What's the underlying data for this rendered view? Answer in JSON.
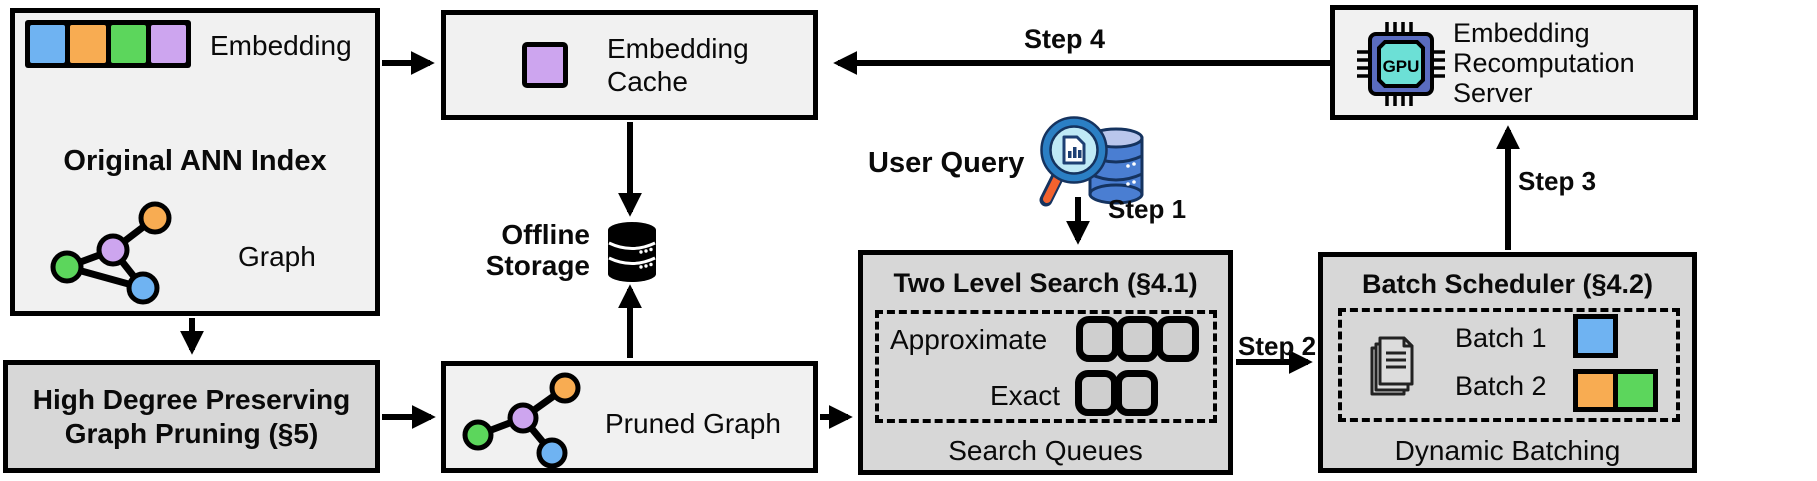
{
  "colors": {
    "blue": "#6FB3F2",
    "orange": "#F8AC52",
    "green": "#5CD65C",
    "purple": "#CDA5EF",
    "box_light": "#F1F1F1",
    "box_dark": "#D7D7D7"
  },
  "ann_index": {
    "embedding_label": "Embedding",
    "title": "Original ANN Index",
    "graph_label": "Graph"
  },
  "embedding_cache": {
    "line1": "Embedding",
    "line2": "Cache"
  },
  "offline_storage": {
    "line1": "Offline",
    "line2": "Storage"
  },
  "graph_pruning": {
    "line1": "High Degree Preserving",
    "line2": "Graph Pruning (§5)"
  },
  "pruned_graph": {
    "label": "Pruned Graph"
  },
  "user_query": {
    "label": "User Query"
  },
  "steps": {
    "step1": "Step 1",
    "step2": "Step 2",
    "step3": "Step 3",
    "step4": "Step 4"
  },
  "two_level_search": {
    "title": "Two Level Search (§4.1)",
    "approximate_label": "Approximate",
    "exact_label": "Exact",
    "approximate_queue_count": 3,
    "exact_queue_count": 2,
    "footer": "Search Queues"
  },
  "batch_scheduler": {
    "title": "Batch Scheduler (§4.2)",
    "batch1_label": "Batch 1",
    "batch2_label": "Batch 2",
    "footer": "Dynamic Batching"
  },
  "recomputation_server": {
    "line1": "Embedding",
    "line2": "Recomputation",
    "line3": "Server",
    "gpu_label": "GPU"
  }
}
